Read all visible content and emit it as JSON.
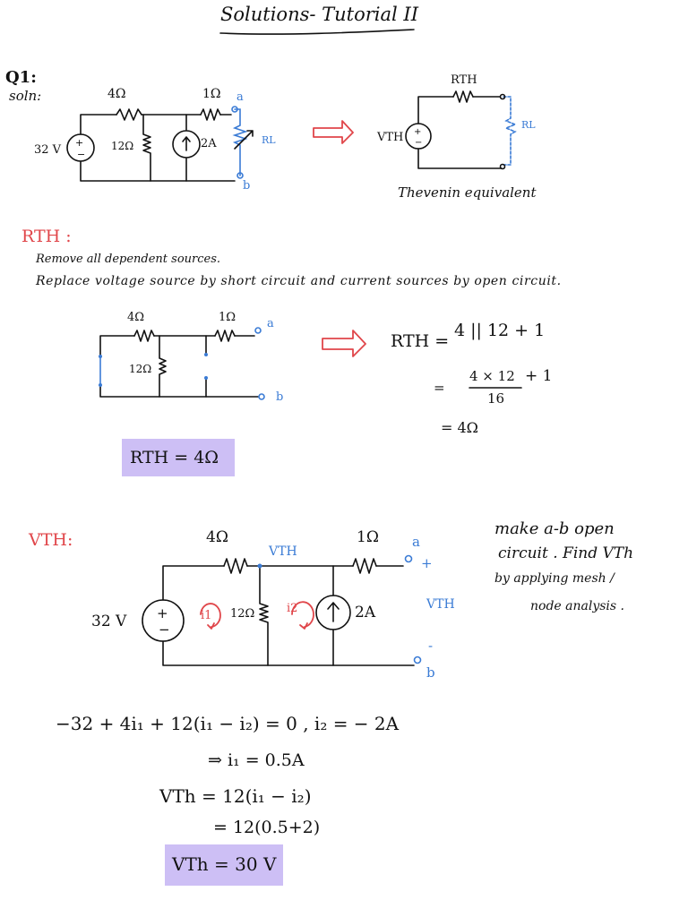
{
  "title": "Solutions- Tutorial II",
  "question": "Q1:",
  "soln": "soln:",
  "circuit1": {
    "r1": "4Ω",
    "r2": "1Ω",
    "r3": "12Ω",
    "vsrc": "32 V",
    "isrc": "2A",
    "load": "RL",
    "node_a": "a",
    "node_b": "b"
  },
  "thevenin": {
    "rth": "RTH",
    "vth": "VTH",
    "load": "RL",
    "caption": "Thevenin equivalent"
  },
  "rth_section": {
    "heading": "RTH :",
    "step1": "Remove all dependent sources.",
    "step2": "Replace voltage source by short circuit and current sources by open circuit.",
    "r1": "4Ω",
    "r2": "1Ω",
    "r3": "12Ω",
    "node_a": "a",
    "node_b": "b",
    "eq_lhs": "RTH =",
    "eq1": "4 || 12 + 1",
    "eq2_eq": "=",
    "eq2_num": "4 × 12",
    "eq2_den": "16",
    "eq2_plus": "+ 1",
    "eq3": "=   4Ω",
    "result": "RTH = 4Ω"
  },
  "vth_section": {
    "heading": "VTH:",
    "r1": "4Ω",
    "r2": "1Ω",
    "r3": "12Ω",
    "vsrc": "32 V",
    "isrc": "2A",
    "node_label": "VTH",
    "out_label": "VTH",
    "mesh1": "i1",
    "mesh2": "i2",
    "node_a": "a",
    "node_b": "b",
    "plus": "+",
    "minus": "-",
    "note": [
      "make a-b open",
      "circuit . Find VTh",
      "by applying mesh /",
      "node analysis ."
    ],
    "eq1": "−32 + 4i₁ + 12(i₁ − i₂) = 0   ,  i₂ = − 2A",
    "eq2": "⇒   i₁ = 0.5A",
    "eq3": "VTh =  12(i₁ − i₂)",
    "eq4": "=  12(0.5+2)",
    "result": "VTh = 30 V"
  }
}
